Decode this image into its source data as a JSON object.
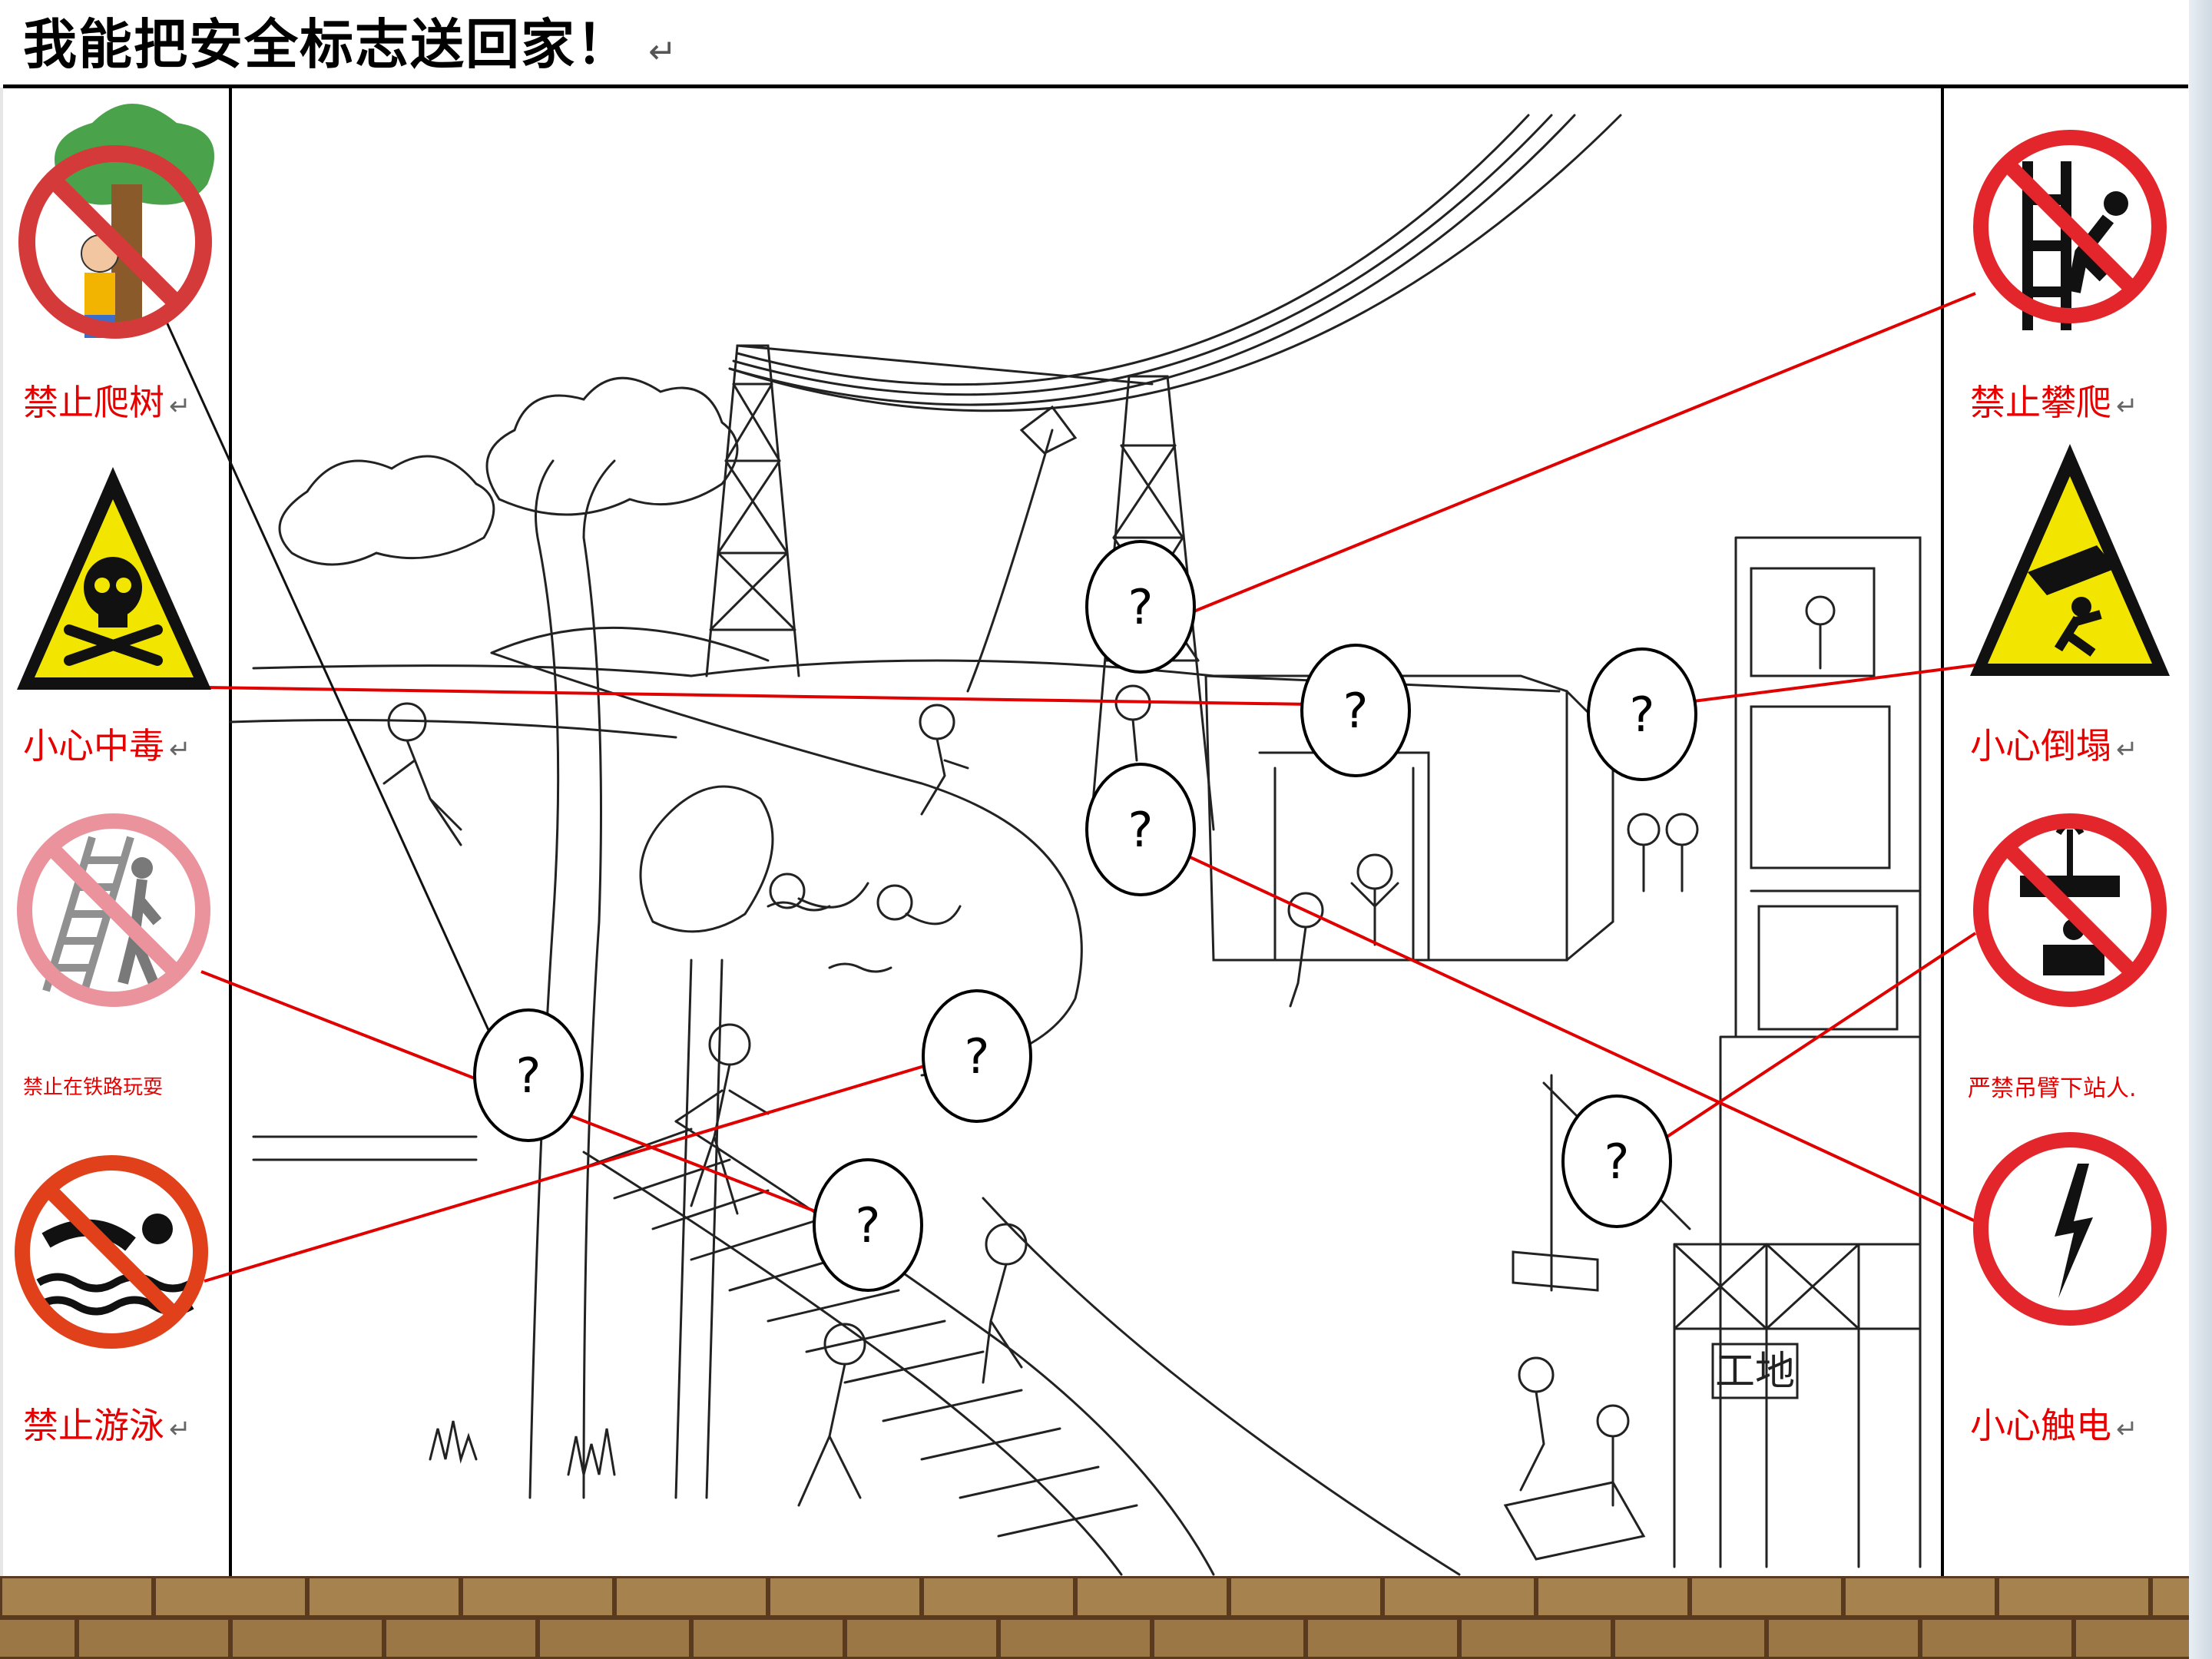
{
  "title": "我能把安全标志送回家！",
  "return_mark": "↵",
  "question_mark": "?",
  "signs_left": [
    {
      "label": "禁止爬树",
      "icon": "no-tree-climbing-icon"
    },
    {
      "label": "小心中毒",
      "icon": "poison-warning-icon"
    },
    {
      "label": "禁止在铁路玩耍",
      "icon": "no-railway-walking-icon"
    },
    {
      "label": "禁止游泳",
      "icon": "no-swimming-icon"
    }
  ],
  "signs_right": [
    {
      "label": "禁止攀爬",
      "icon": "no-climbing-icon"
    },
    {
      "label": "小心倒塌",
      "icon": "collapse-warning-icon"
    },
    {
      "label": "严禁吊臂下站人.",
      "icon": "no-standing-under-crane-icon"
    },
    {
      "label": "小心触电",
      "icon": "electric-shock-warning-icon"
    }
  ],
  "scene_sign_text": "工地",
  "colors": {
    "sign_red": "#e3262b",
    "warning_yellow": "#f2e600",
    "connector_red": "#e00000",
    "label_red": "#e60000"
  }
}
